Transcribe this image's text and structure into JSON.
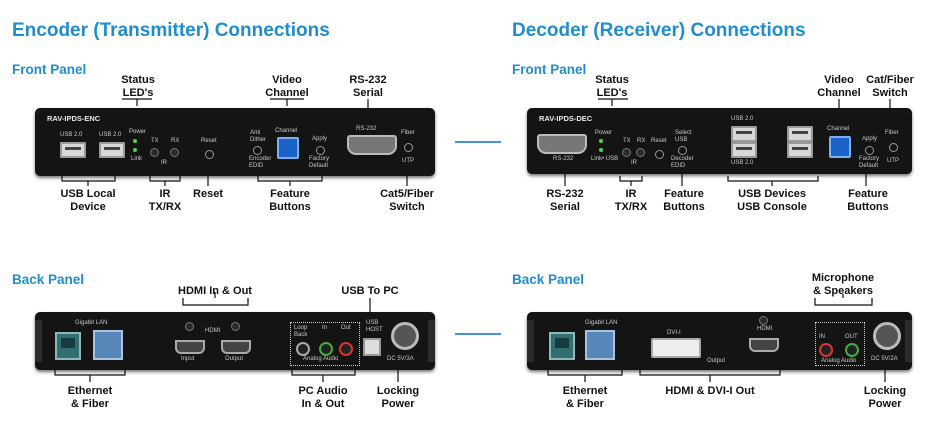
{
  "titles": {
    "encoder": "Encoder (Transmitter) Connections",
    "decoder": "Decoder (Receiver) Connections"
  },
  "panels": {
    "enc_front": "Front Panel",
    "enc_back": "Back Panel",
    "dec_front": "Front Panel",
    "dec_back": "Back Panel"
  },
  "devices": {
    "encoder_model": "RAV-IPDS-ENC",
    "decoder_model": "RAV-IPDS-DEC"
  },
  "encoder_front_labels": {
    "status_leds": "Status\nLED's",
    "video_channel": "Video\nChannel",
    "rs232_serial": "RS-232\nSerial",
    "usb_local_device": "USB Local\nDevice",
    "ir_txrx": "IR\nTX/RX",
    "reset": "Reset",
    "feature_buttons": "Feature\nButtons",
    "cat5_fiber_switch": "Cat5/Fiber\nSwitch"
  },
  "encoder_back_labels": {
    "hdmi_in_out": "HDMI In & Out",
    "usb_to_pc": "USB To PC",
    "ethernet_fiber": "Ethernet\n& Fiber",
    "pc_audio": "PC Audio\nIn & Out",
    "locking_power": "Locking\nPower"
  },
  "decoder_front_labels": {
    "status_leds": "Status\nLED's",
    "video_channel": "Video\nChannel",
    "cat_fiber_switch": "Cat/Fiber\nSwitch",
    "rs232_serial": "RS-232\nSerial",
    "ir_txrx": "IR\nTX/RX",
    "feature_buttons_left": "Feature\nButtons",
    "usb_devices": "USB Devices\nUSB Console",
    "feature_buttons_right": "Feature\nButtons"
  },
  "decoder_back_labels": {
    "mic_speakers": "Microphone\n& Speakers",
    "ethernet_fiber": "Ethernet\n& Fiber",
    "hdmi_dvi_out": "HDMI & DVI-I Out",
    "locking_power": "Locking\nPower"
  },
  "silkscreen": {
    "usb20": "USB 2.0",
    "power": "Power",
    "link": "Link",
    "tx": "TX",
    "rx": "RX",
    "ir": "IR",
    "reset": "Reset",
    "anti_dither": "Anti\nDither",
    "channel": "Channel",
    "apply": "Apply",
    "encoder_edid": "Encoder\nEDID",
    "factory_default": "Factory\nDefault",
    "rs232": "RS-232",
    "fiber": "Fiber",
    "utp": "UTP",
    "gigabit_lan": "Gigabit LAN",
    "hdmi": "HDMI",
    "input": "Input",
    "output": "Output",
    "loop_back": "Loop\nBack",
    "in": "In",
    "out": "Out",
    "analog_audio": "Analog Audio",
    "usb_host": "USB\nHOST",
    "dc_5v": "DC 5V/3A",
    "select_usb": "Select\nUSB",
    "link_usb": "Link• USB",
    "decoder_edid": "Decoder\nEDID",
    "dvi_i": "DVI-I",
    "in_caps": "IN",
    "out_caps": "OUT",
    "dc_5v_dec": "DC 5V/2A"
  },
  "colors": {
    "title_blue": "#1f8dd0",
    "divider_blue": "#4a90d9",
    "device_body": "#141414"
  }
}
